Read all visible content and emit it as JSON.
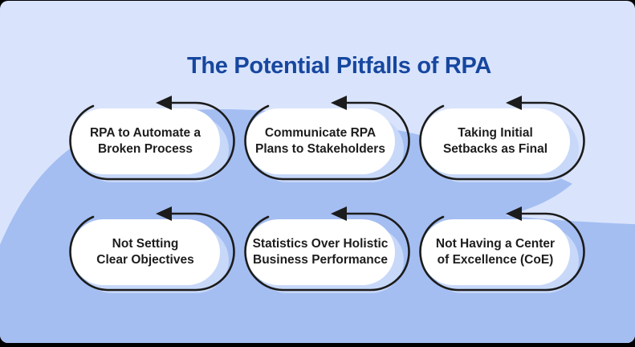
{
  "title": "The Potential Pitfalls of RPA",
  "cards": [
    {
      "line1": "RPA to Automate a",
      "line2": "Broken Process"
    },
    {
      "line1": "Communicate RPA",
      "line2": "Plans to Stakeholders"
    },
    {
      "line1": "Taking Initial",
      "line2": "Setbacks as Final"
    },
    {
      "line1": "Not Setting",
      "line2": "Clear Objectives"
    },
    {
      "line1": "Statistics Over Holistic",
      "line2": "Business Performance"
    },
    {
      "line1": "Not Having a Center",
      "line2": "of Excellence (CoE)"
    }
  ],
  "colors": {
    "background_light": "#d9e4fc",
    "background_wave": "#a4bef2",
    "card_fill": "#ffffff",
    "card_shadow": "#c7d8f9",
    "loop_stroke": "#1c1c1c",
    "title_text": "#17479f",
    "card_text": "#1d1d1d",
    "frame": "#000000"
  }
}
